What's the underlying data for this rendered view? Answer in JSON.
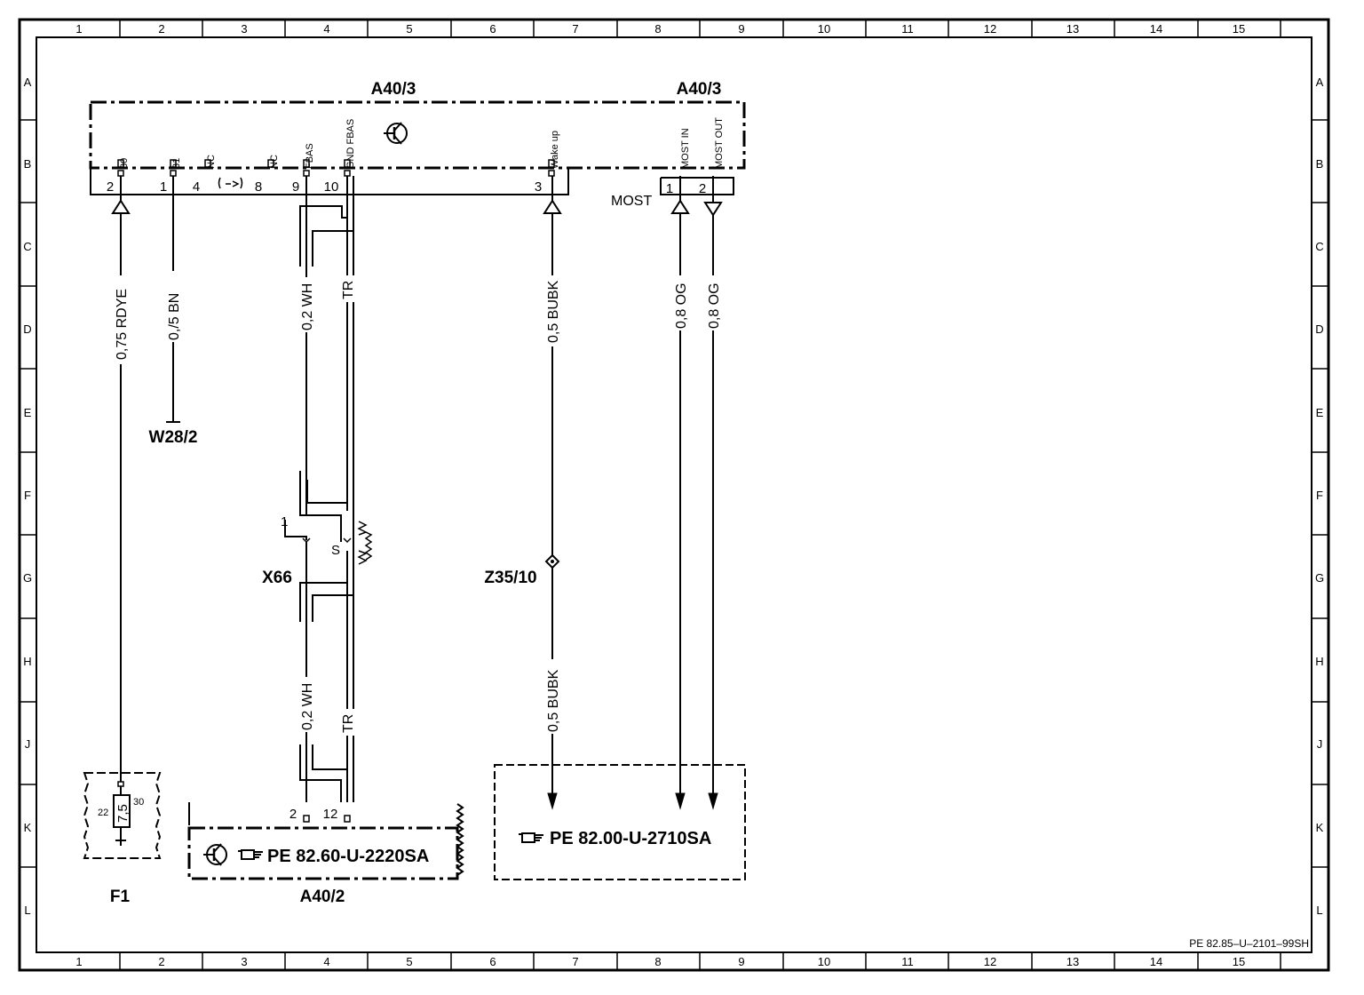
{
  "grid": {
    "columns": [
      "1",
      "2",
      "3",
      "4",
      "5",
      "6",
      "7",
      "8",
      "9",
      "10",
      "11",
      "12",
      "13",
      "14",
      "15"
    ],
    "rows": [
      "A",
      "B",
      "C",
      "D",
      "E",
      "F",
      "G",
      "H",
      "J",
      "K",
      "L"
    ]
  },
  "module_a40_3": {
    "title_left": "A40/3",
    "title_right": "A40/3",
    "pins": [
      {
        "label": "30",
        "number": "2"
      },
      {
        "label": "31",
        "number": "1"
      },
      {
        "label": "NC",
        "number": "4"
      },
      {
        "label": "NC",
        "number": "8"
      },
      {
        "label": "FBAS",
        "number": "9"
      },
      {
        "label": "GND FBAS",
        "number": "10"
      },
      {
        "label": "Wake up",
        "number": "3"
      },
      {
        "label": "MOST IN",
        "number": "1"
      },
      {
        "label": "MOST OUT",
        "number": "2"
      }
    ],
    "most_label": "MOST"
  },
  "wires": [
    {
      "spec": "0,75 RDYE"
    },
    {
      "spec": "0,/5 BN"
    },
    {
      "spec": "0,2 WH"
    },
    {
      "spec": "TR"
    },
    {
      "spec": "0,5 BUBK"
    },
    {
      "spec": "0,8 OG"
    },
    {
      "spec": "0,8 OG"
    },
    {
      "spec": "0,2 WH"
    },
    {
      "spec": "TR"
    },
    {
      "spec": "0,5 BUBK"
    }
  ],
  "components": {
    "w28_2": "W28/2",
    "x66": "X66",
    "x66_pin1": "1",
    "x66_pin_s": "S",
    "z35_10": "Z35/10",
    "f1": "F1",
    "f1_rating": "7,5",
    "f1_left": "22",
    "f1_right": "30",
    "a40_2": "A40/2",
    "a40_2_pin_a": "2",
    "a40_2_pin_b": "12"
  },
  "references": {
    "a40_2_ref": "PE 82.60-U-2220SA",
    "most_ref": "PE 82.00-U-2710SA"
  },
  "footer": {
    "doc_id": "PE 82.85–U–2101–99SH"
  }
}
